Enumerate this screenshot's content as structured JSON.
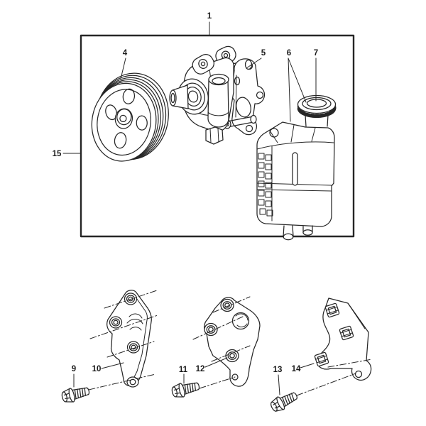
{
  "colors": {
    "background": "#ffffff",
    "line": "#262626",
    "label_text": "#1a1a1a"
  },
  "diagram": {
    "kind": "exploded-parts-line-drawing",
    "callouts": {
      "c1": {
        "label": "1"
      },
      "c4": {
        "label": "4"
      },
      "c5": {
        "label": "5"
      },
      "c6": {
        "label": "6"
      },
      "c7": {
        "label": "7"
      },
      "c9": {
        "label": "9"
      },
      "c10": {
        "label": "10"
      },
      "c11": {
        "label": "11"
      },
      "c12": {
        "label": "12"
      },
      "c13": {
        "label": "13"
      },
      "c14": {
        "label": "14"
      },
      "c15": {
        "label": "15"
      }
    }
  }
}
